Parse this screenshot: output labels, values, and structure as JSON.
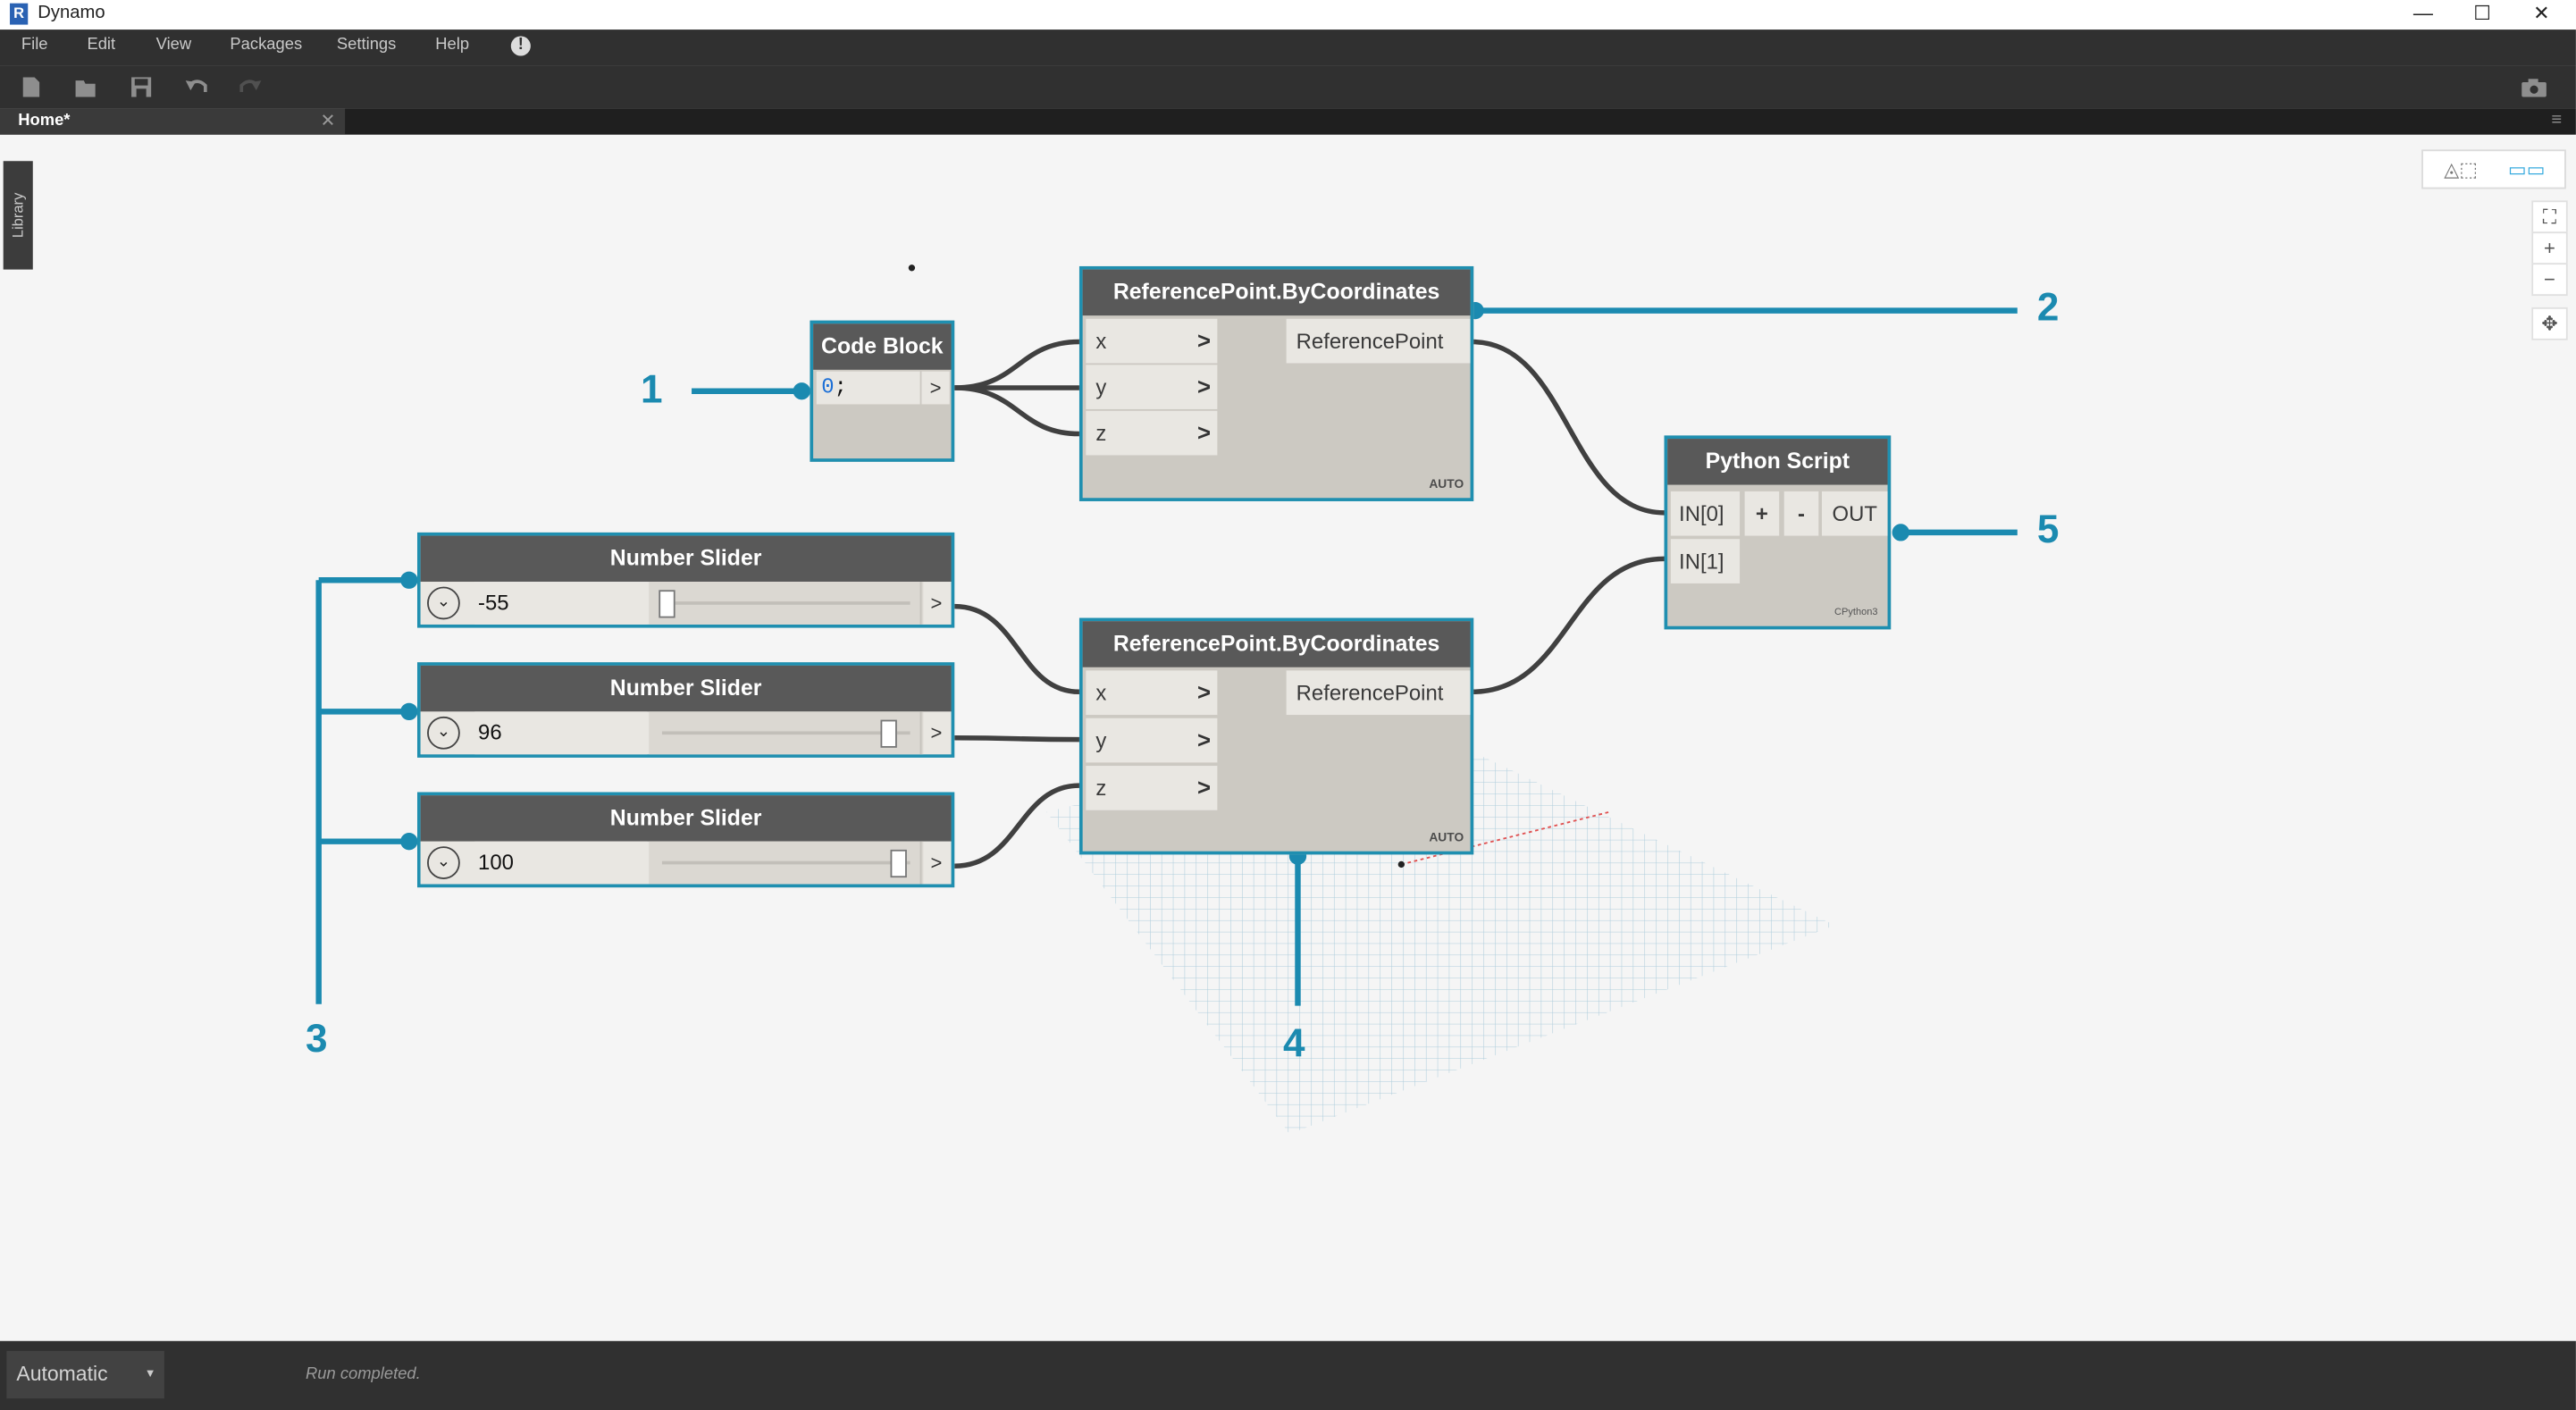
{
  "window": {
    "title": "Dynamo",
    "logo_letter": "R",
    "minimize": "—",
    "maximize": "☐",
    "close": "✕"
  },
  "menu": [
    "File",
    "Edit",
    "View",
    "Packages",
    "Settings",
    "Help"
  ],
  "menu_warning": "!",
  "toolbar": {
    "new": "new-file-icon",
    "open": "open-file-icon",
    "save": "save-icon",
    "undo": "undo-icon",
    "redo": "redo-icon",
    "screenshot": "camera-icon"
  },
  "tab": {
    "label": "Home*",
    "close": "✕"
  },
  "library": {
    "label": "Library"
  },
  "zoom": {
    "fit": "⛶",
    "in": "+",
    "out": "−",
    "pan": "✥"
  },
  "nodes": {
    "code_block": {
      "title": "Code Block",
      "code_num": "0",
      "code_rest": ";",
      "out": ">"
    },
    "rp1": {
      "title": "ReferencePoint.ByCoordinates",
      "inputs": [
        "x",
        "y",
        "z"
      ],
      "output": "ReferencePoint",
      "lacing": "AUTO"
    },
    "rp2": {
      "title": "ReferencePoint.ByCoordinates",
      "inputs": [
        "x",
        "y",
        "z"
      ],
      "output": "ReferencePoint",
      "lacing": "AUTO"
    },
    "python": {
      "title": "Python Script",
      "inputs": [
        "IN[0]",
        "IN[1]"
      ],
      "add": "+",
      "remove": "-",
      "output": "OUT",
      "engine": "CPython3"
    },
    "sliders": [
      {
        "title": "Number Slider",
        "value": "-55",
        "fraction": 0.0,
        "out": ">"
      },
      {
        "title": "Number Slider",
        "value": "96",
        "fraction": 0.96,
        "out": ">"
      },
      {
        "title": "Number Slider",
        "value": "100",
        "fraction": 1.0,
        "out": ">"
      }
    ]
  },
  "callouts": [
    "1",
    "2",
    "3",
    "4",
    "5"
  ],
  "status": {
    "run_mode": "Automatic",
    "message": "Run completed."
  },
  "colors": {
    "accent": "#1b8ab0",
    "node_border": "#1f8fb0",
    "node_header": "#595959",
    "node_body": "#ccc9c2",
    "wire": "#404040",
    "chrome": "#303030"
  }
}
